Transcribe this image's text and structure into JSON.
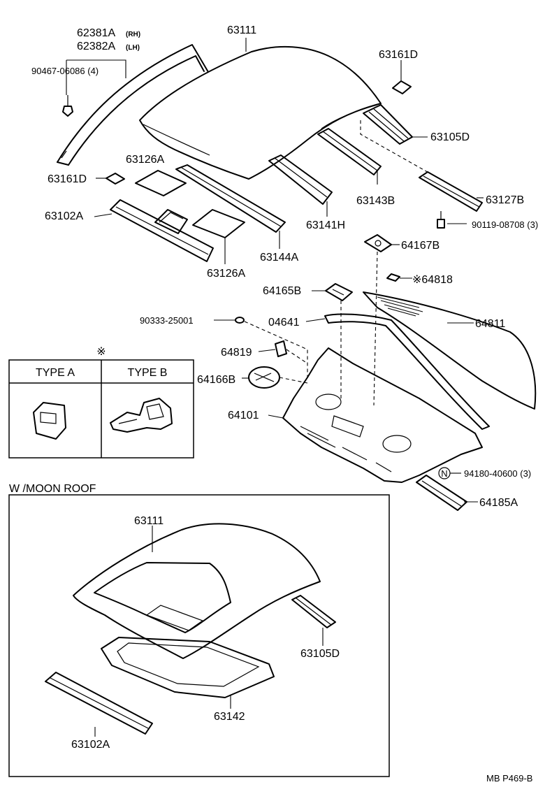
{
  "labels": {
    "p62381A": "62381A",
    "p62381A_side": "(RH)",
    "p62382A": "62382A",
    "p62382A_side": "(LH)",
    "p90467": "90467-06086 (4)",
    "p63111": "63111",
    "p63161D_top": "63161D",
    "p63105D": "63105D",
    "p63161D": "63161D",
    "p63126A_top": "63126A",
    "p63143B": "63143B",
    "p63127B": "63127B",
    "p90119": "90119-08708 (3)",
    "p63102A": "63102A",
    "p63141H": "63141H",
    "p64167B": "64167B",
    "p63144A": "63144A",
    "p63126A": "63126A",
    "p64165B": "64165B",
    "p64818": "※64818",
    "p90333": "90333-25001",
    "p04641": "04641",
    "p64811": "64811",
    "p64819": "64819",
    "p64166B": "64166B",
    "p64101": "64101",
    "p94180": "94180-40600 (3)",
    "p64185A": "64185A",
    "nut_symbol": "N"
  },
  "type_box": {
    "mark": "※",
    "type_a": "TYPE  A",
    "type_b": "TYPE  B"
  },
  "moon_roof": {
    "title": "W /MOON  ROOF",
    "p63111": "63111",
    "p63105D": "63105D",
    "p63142": "63142",
    "p63102A": "63102A"
  },
  "footer": {
    "code": "MB  P469-B"
  }
}
